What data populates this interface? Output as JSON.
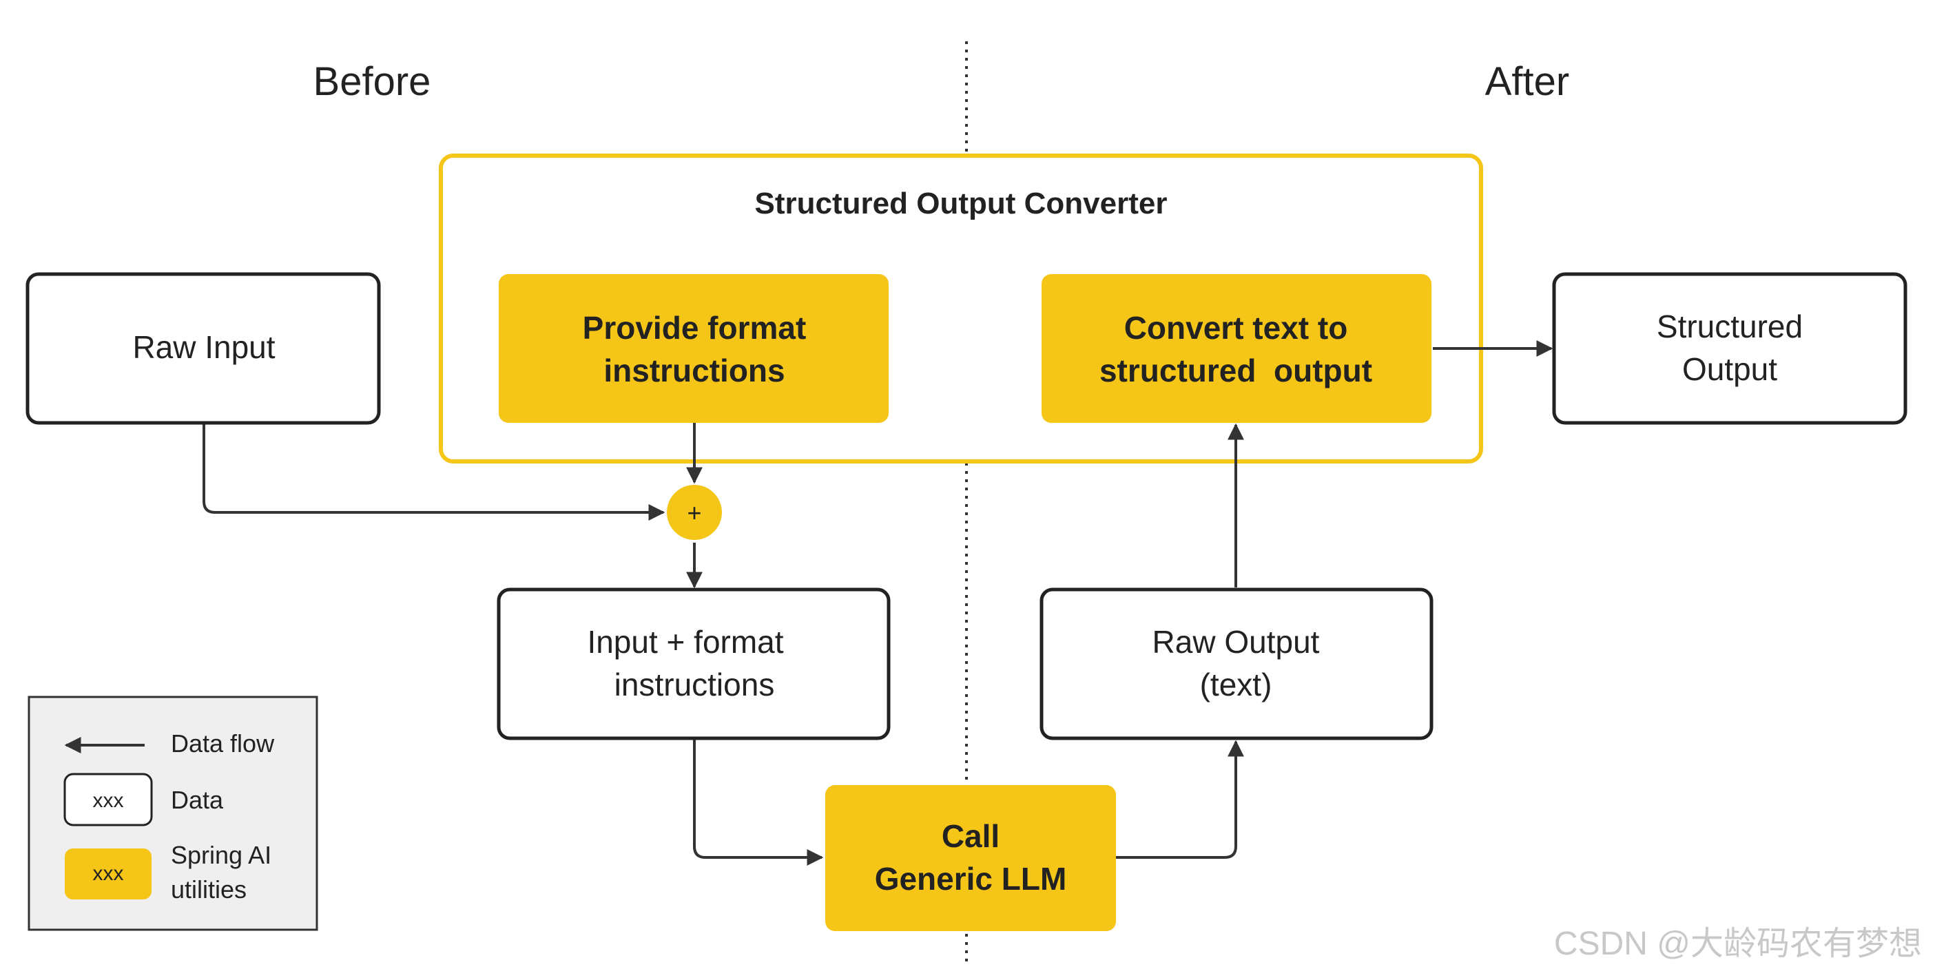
{
  "sections": {
    "before": "Before",
    "after": "After"
  },
  "converter": {
    "title": "Structured Output Converter"
  },
  "nodes": {
    "raw_input": [
      "Raw Input"
    ],
    "provide_format": [
      "Provide format",
      "instructions"
    ],
    "convert_text": [
      "Convert text to",
      "structured  output"
    ],
    "structured_output": [
      "Structured",
      "Output"
    ],
    "merge": "+",
    "input_format": [
      "Input + format",
      "instructions"
    ],
    "raw_output": [
      "Raw Output",
      "(text)"
    ],
    "call_llm": [
      "Call",
      "Generic LLM"
    ]
  },
  "legend": {
    "data_flow": "Data flow",
    "data_sample": "xxx",
    "data": "Data",
    "util_sample": "xxx",
    "spring": [
      "Spring AI",
      "utilities"
    ]
  },
  "watermark": "CSDN @大龄码农有梦想",
  "colors": {
    "accent": "#F5C518",
    "line": "#333333",
    "text": "#222222",
    "legend_bg": "#EFEFEF"
  }
}
